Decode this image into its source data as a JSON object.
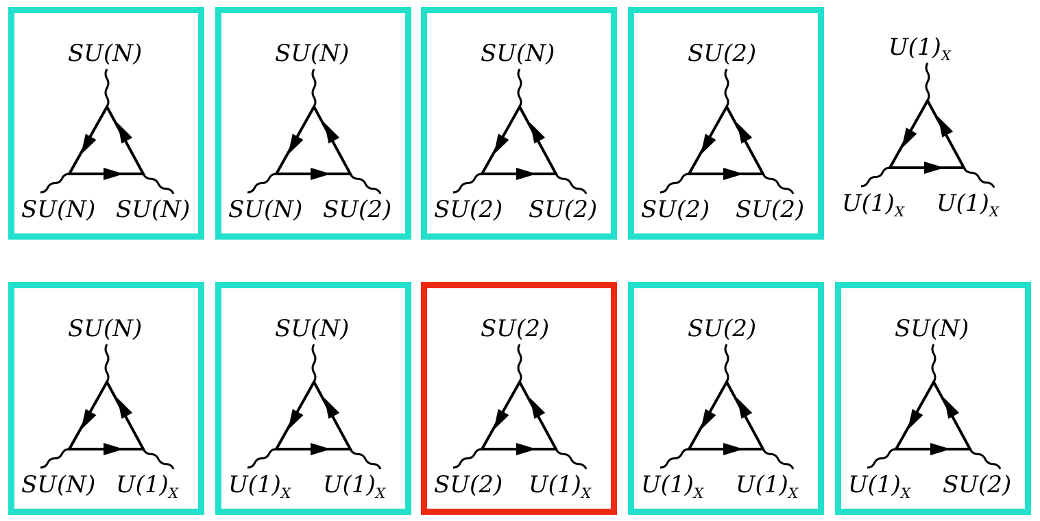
{
  "colors": {
    "allowed_frame": "#22e0cc",
    "forbidden_frame": "#ee2a12",
    "line": "#000000"
  },
  "diagrams": [
    {
      "top": "SU(N)",
      "left": "SU(N)",
      "right": "SU(N)",
      "frame": "teal"
    },
    {
      "top": "SU(N)",
      "left": "SU(N)",
      "right": "SU(2)",
      "frame": "teal"
    },
    {
      "top": "SU(N)",
      "left": "SU(2)",
      "right": "SU(2)",
      "frame": "teal"
    },
    {
      "top": "SU(2)",
      "left": "SU(2)",
      "right": "SU(2)",
      "frame": "teal"
    },
    {
      "top": "U(1)X",
      "left": "U(1)X",
      "right": "U(1)X",
      "frame": "none"
    },
    {
      "top": "SU(N)",
      "left": "SU(N)",
      "right": "U(1)X",
      "frame": "teal"
    },
    {
      "top": "SU(N)",
      "left": "U(1)X",
      "right": "U(1)X",
      "frame": "teal"
    },
    {
      "top": "SU(2)",
      "left": "SU(2)",
      "right": "U(1)X",
      "frame": "red"
    },
    {
      "top": "SU(2)",
      "left": "U(1)X",
      "right": "U(1)X",
      "frame": "teal"
    },
    {
      "top": "SU(N)",
      "left": "U(1)X",
      "right": "SU(2)",
      "frame": "teal"
    }
  ]
}
